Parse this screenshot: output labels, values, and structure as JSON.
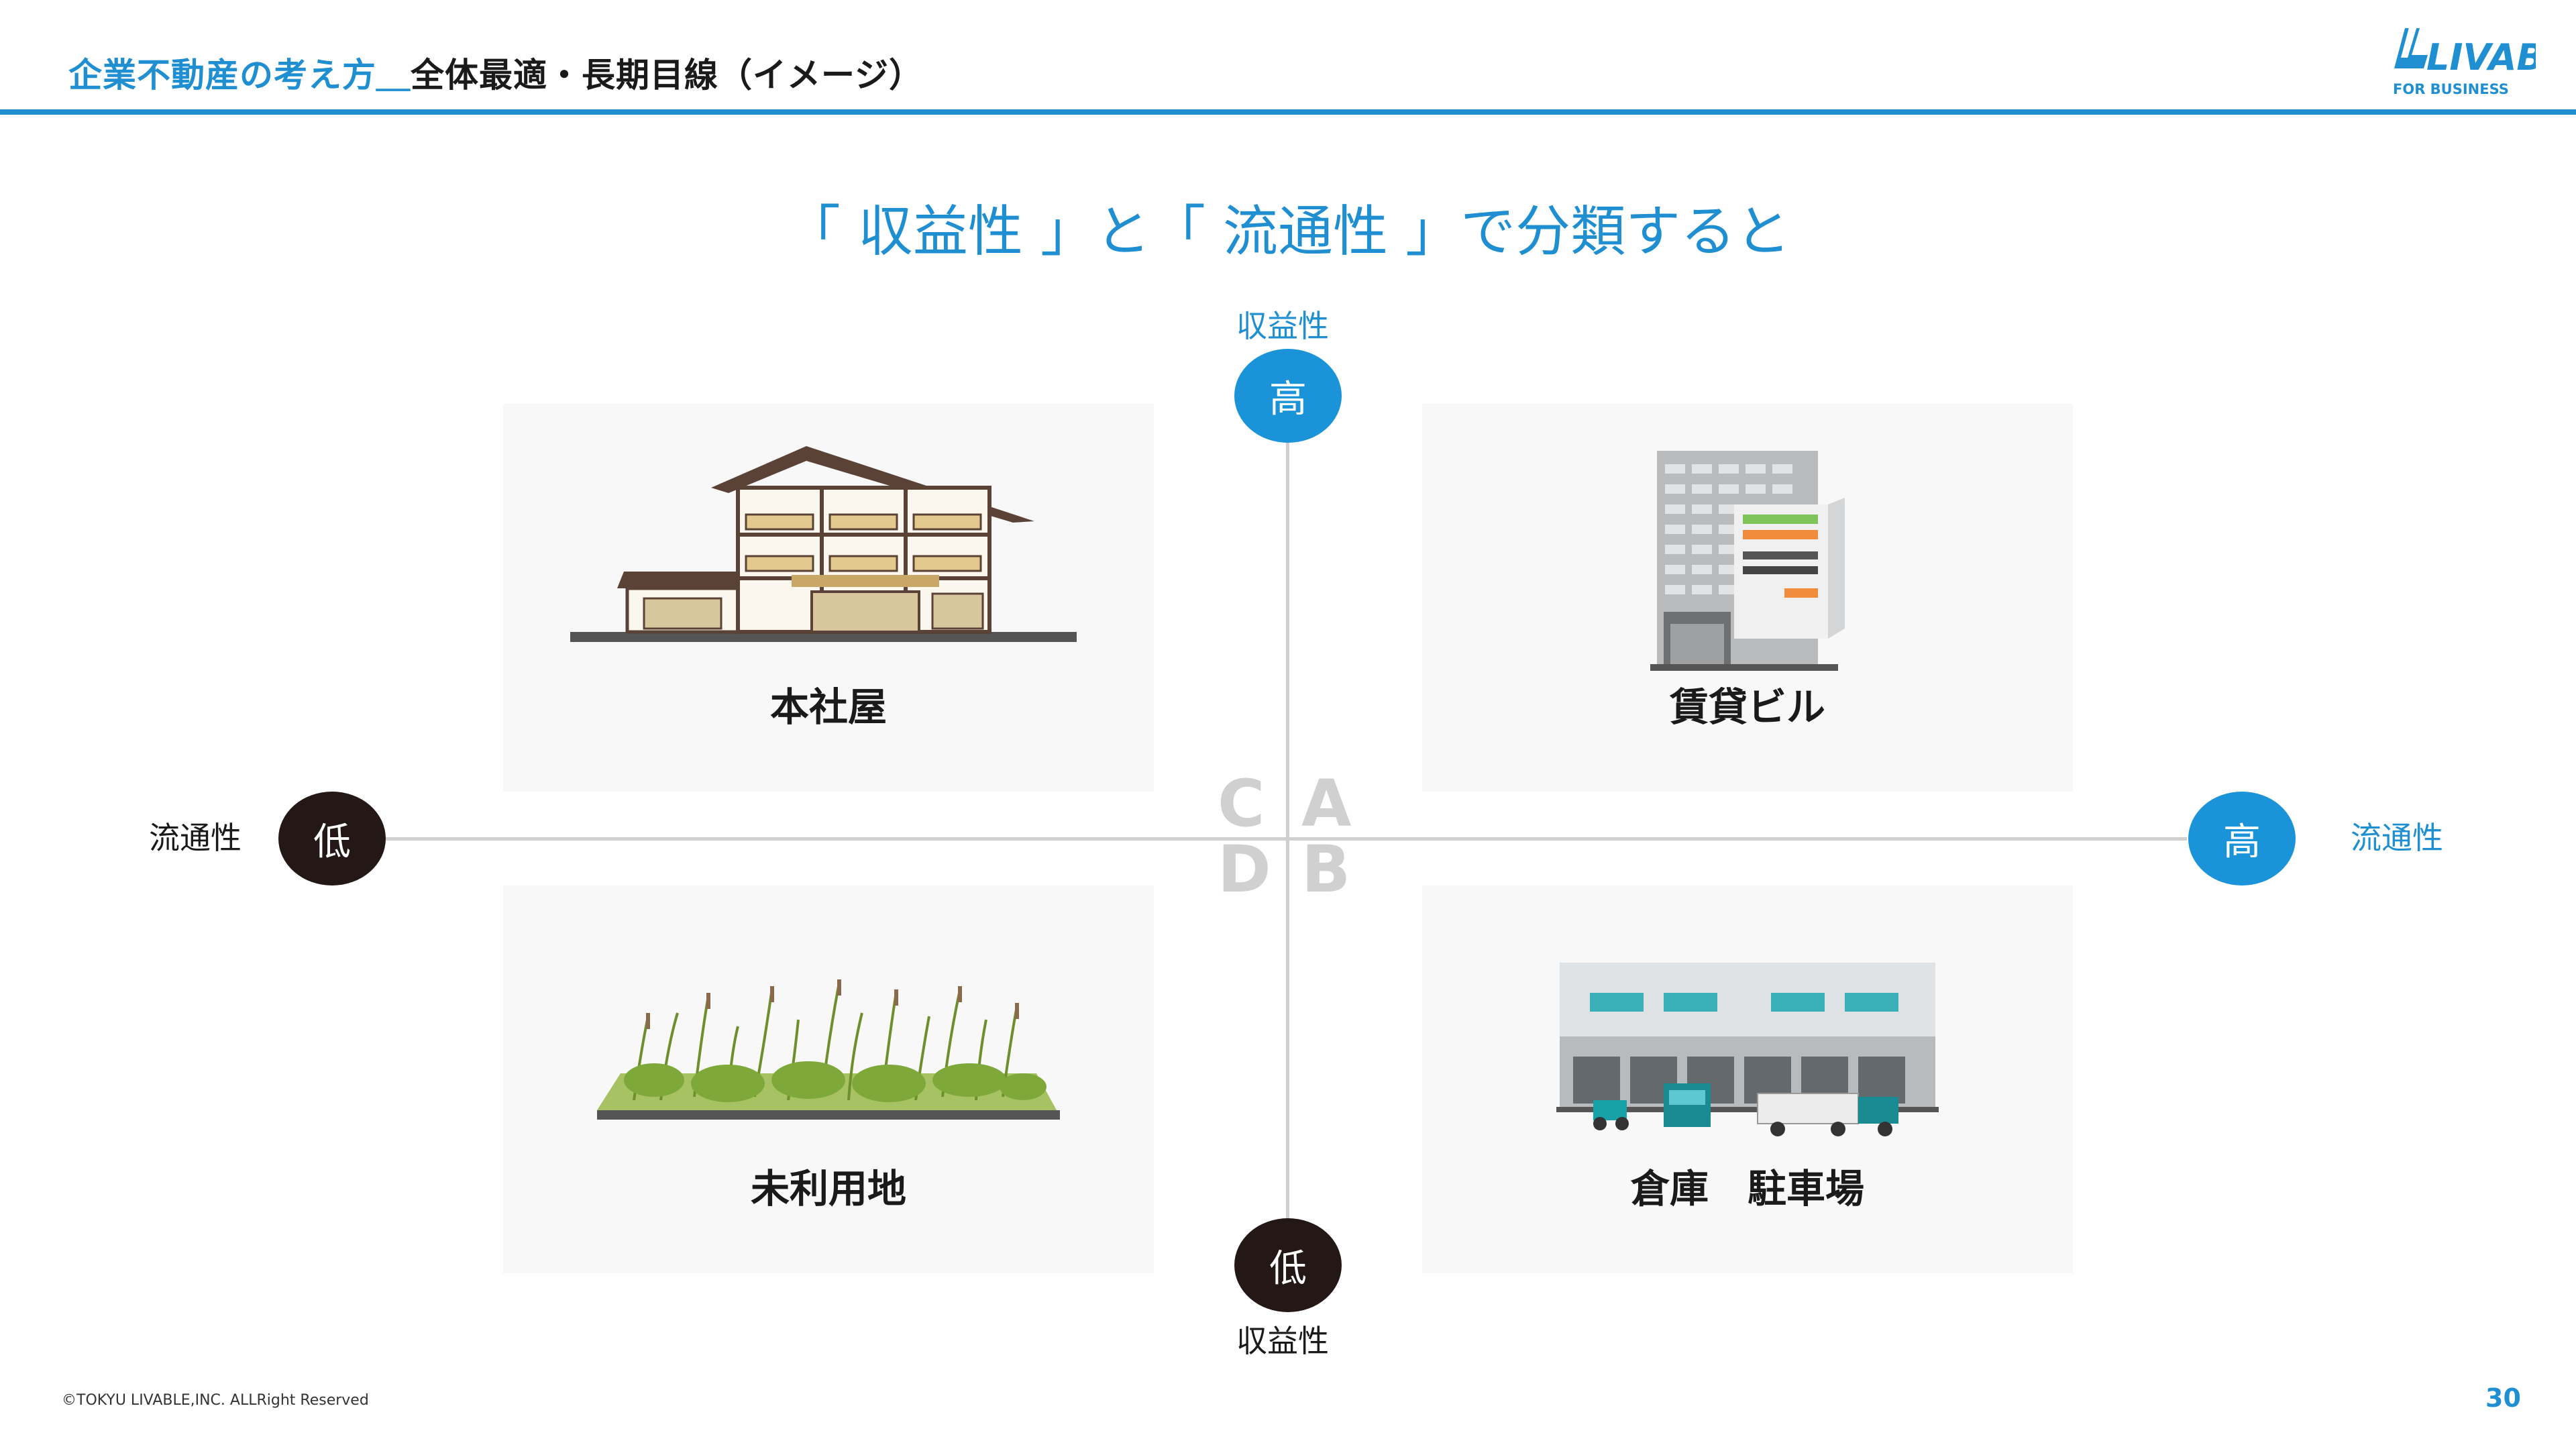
{
  "header": {
    "title_blue": "企業不動産の考え方＿",
    "title_dark": "全体最適・長期目線（イメージ）"
  },
  "logo": {
    "brand": "LIVABLE",
    "sub": "FOR BUSINESS",
    "color": "#1f8fd1"
  },
  "main_heading": "「 収益性 」と「 流通性 」で分類すると",
  "axes": {
    "vertical_top_label": "収益性",
    "vertical_top_value": "高",
    "vertical_bottom_label": "収益性",
    "vertical_bottom_value": "低",
    "horizontal_left_label": "流通性",
    "horizontal_left_value": "低",
    "horizontal_right_label": "流通性",
    "horizontal_right_value": "高"
  },
  "quadrant_letters": {
    "a": "A",
    "b": "B",
    "c": "C",
    "d": "D"
  },
  "panels": {
    "top_left": {
      "label": "本社屋",
      "icon": "headquarters-building"
    },
    "top_right": {
      "label": "賃貸ビル",
      "icon": "rental-building"
    },
    "bottom_left": {
      "label": "未利用地",
      "icon": "vacant-land"
    },
    "bottom_right": {
      "label": "倉庫　駐車場",
      "icon": "warehouse-parking"
    }
  },
  "footer": {
    "copyright": "©TOKYU LIVABLE,INC. ALLRight Reserved",
    "page_number": "30"
  },
  "colors": {
    "accent": "#1f8fd1",
    "dark_circle": "#231815",
    "axis": "#cfcfcf",
    "panel_bg": "#f8f8f8"
  }
}
